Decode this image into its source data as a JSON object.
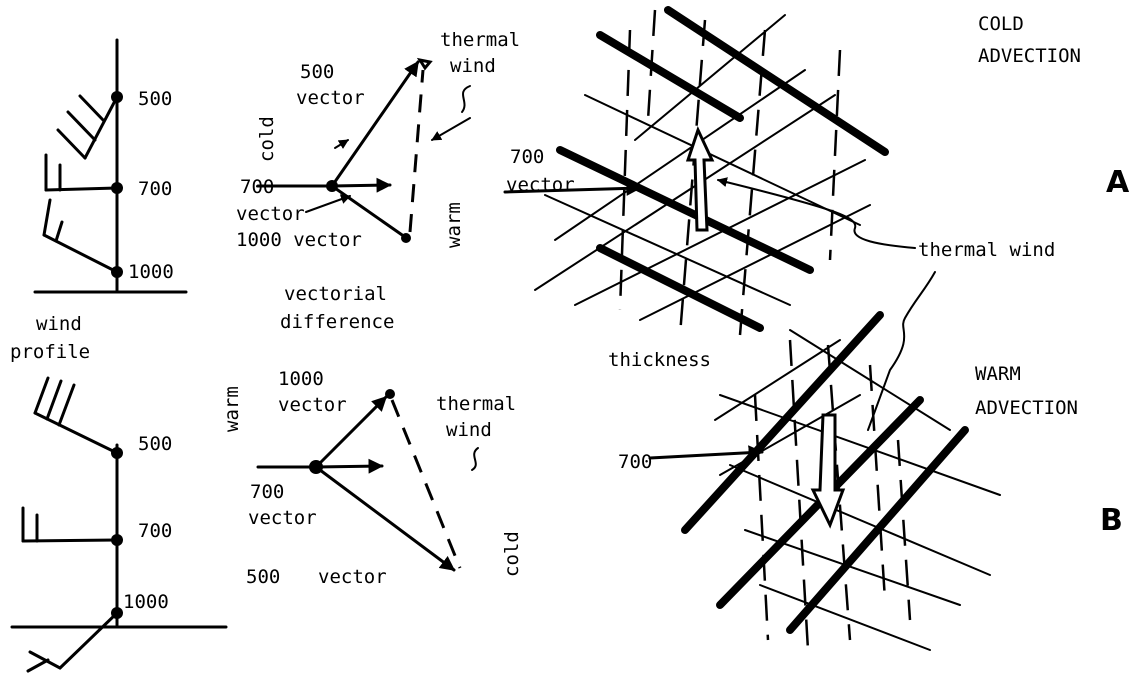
{
  "profile_a": {
    "levels": [
      "500",
      "700",
      "1000"
    ]
  },
  "profile_label": {
    "line1": "wind",
    "line2": "profile"
  },
  "profile_b": {
    "levels": [
      "500",
      "700",
      "1000"
    ]
  },
  "hodograph_a": {
    "label_500": "500",
    "label_500_vector": "vector",
    "label_700": "700",
    "label_700_vector": "vector",
    "label_1000_vector": "1000 vector",
    "thermal_wind_1": "thermal",
    "thermal_wind_2": "wind",
    "cold": "cold",
    "warm": "warm"
  },
  "vectorial_difference": {
    "line1": "vectorial",
    "line2": "difference"
  },
  "hodograph_b": {
    "label_1000": "1000",
    "label_1000_vector": "vector",
    "label_700": "700",
    "label_700_vector": "vector",
    "label_500_vector_num": "500",
    "label_500_vector_word": "vector",
    "thermal_wind_1": "thermal",
    "thermal_wind_2": "wind",
    "warm": "warm",
    "cold": "cold"
  },
  "panel_a": {
    "title_1": "COLD",
    "title_2": "ADVECTION",
    "letter": "A",
    "label_700": "700",
    "label_vector": "vector",
    "thermal_wind": "thermal wind"
  },
  "thickness_label": "thickness",
  "panel_b": {
    "title_1": "WARM",
    "title_2": "ADVECTION",
    "letter": "B",
    "label_700": "700"
  }
}
